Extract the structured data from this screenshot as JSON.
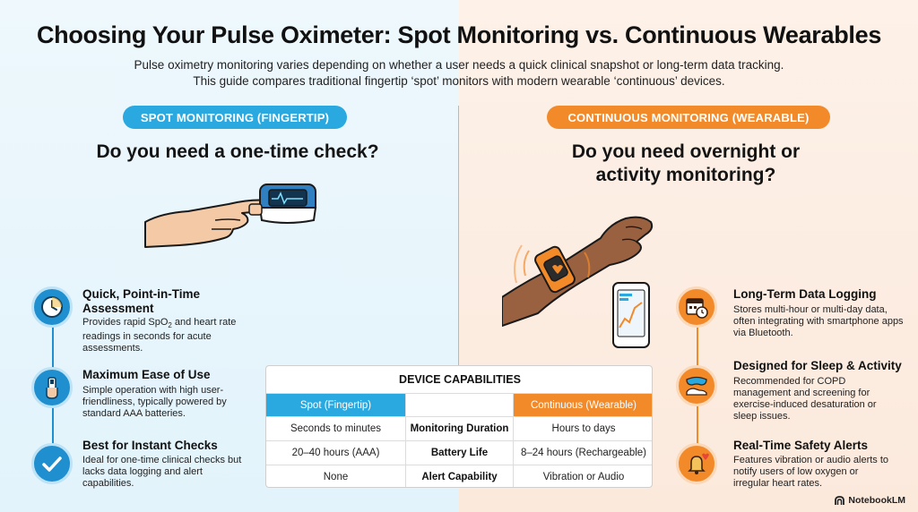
{
  "title": "Choosing Your Pulse Oximeter: Spot Monitoring vs. Continuous Wearables",
  "subtitle_line1": "Pulse oximetry monitoring varies depending on whether a user needs a quick clinical snapshot or long-term data tracking.",
  "subtitle_line2": "This guide compares traditional fingertip ‘spot’ monitors with modern wearable ‘continuous’ devices.",
  "left": {
    "pill": "SPOT MONITORING (FINGERTIP)",
    "question": "Do you need a one-time check?",
    "features": [
      {
        "title": "Quick, Point-in-Time Assessment",
        "desc_pre": "Provides rapid SpO",
        "desc_sub": "2",
        "desc_post": " and heart rate readings in seconds for acute assessments.",
        "icon": "clock-icon"
      },
      {
        "title": "Maximum Ease of Use",
        "desc": "Simple operation with high user-friendliness, typically powered by standard AAA batteries.",
        "icon": "finger-oximeter-icon"
      },
      {
        "title": "Best for Instant Checks",
        "desc": "Ideal for one-time clinical checks but lacks data logging and alert capabilities.",
        "icon": "checkmark-icon"
      }
    ]
  },
  "right": {
    "pill": "CONTINUOUS MONITORING (WEARABLE)",
    "question_line1": "Do you need overnight or",
    "question_line2": "activity monitoring?",
    "features": [
      {
        "title": "Long-Term Data Logging",
        "desc": "Stores multi-hour or multi-day data, often integrating with smartphone apps via Bluetooth.",
        "icon": "calendar-clock-icon"
      },
      {
        "title": "Designed for Sleep & Activity",
        "desc": "Recommended for COPD management and screening for exercise-induced desaturation or sleep issues.",
        "icon": "sleep-mask-shoe-icon"
      },
      {
        "title": "Real-Time Safety Alerts",
        "desc": "Features vibration or audio alerts to notify users of low oxygen or irregular heart rates.",
        "icon": "bell-heart-icon"
      }
    ]
  },
  "table": {
    "title": "DEVICE CAPABILITIES",
    "header_left": "Spot (Fingertip)",
    "header_mid": "",
    "header_right": "Continuous (Wearable)",
    "rows": [
      {
        "left": "Seconds to minutes",
        "mid": "Monitoring Duration",
        "right": "Hours to days"
      },
      {
        "left": "20–40 hours (AAA)",
        "mid": "Battery Life",
        "right": "8–24 hours (Rechargeable)"
      },
      {
        "left": "None",
        "mid": "Alert Capability",
        "right": "Vibration or Audio"
      }
    ]
  },
  "brand": "NotebookLM",
  "colors": {
    "blue": "#29a9e0",
    "orange": "#f38a2a"
  }
}
